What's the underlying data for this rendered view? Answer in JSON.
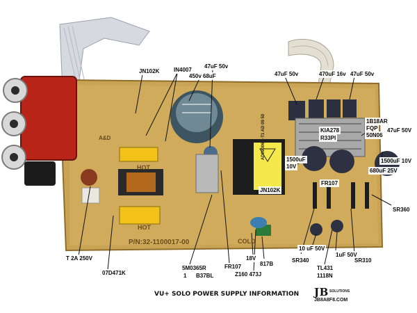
{
  "title": "VU+ SOLO POWER SUPPLY INFORMATION",
  "brand": {
    "logo": "JB",
    "tag": "SOLUTIONS",
    "site": "JB8A8F8.COM"
  },
  "board_print": {
    "part_no": "P/N:32-1100017-00",
    "cold": "COLD",
    "hot1": "HOT",
    "hot2": "HOT",
    "maker": "A&D"
  },
  "transformer_print": "AD09006M-T1 AD 09 50",
  "labels": {
    "jn102k_top": "JN102K",
    "in4007": "IN4007",
    "c450v": "450v 68uF",
    "c47uf_50v_a": "47uF 50v",
    "c47uf_50v_b": "47uF 50v",
    "c470uf_16v": "470uF 16v",
    "c47uf_50v_c": "47uF 50v",
    "kia278": "KIA278",
    "r33pi": "R33PI",
    "r1b18ar": "1B18AR",
    "fqp": "FQP",
    "fqp_50n06": "50N06",
    "c47uf_50v_right": "47uF 50V",
    "c1500uf_10v_a": "1500uF",
    "c1500uf_10v_a2": "10V",
    "fr107_right": "FR107",
    "jn102k_mid": "JN102K",
    "c1500uf_10v_b": "1500uF 10V",
    "c680uf_25v": "680uF 25V",
    "sr360": "SR360",
    "sr340": "SR340",
    "c10uf_50v": "10 uF 50V",
    "c1uf_50v": "1uF 50V",
    "sr310": "SR310",
    "tl431": "TL431",
    "tl431_code": "1118N",
    "fuse": "T 2A 250V",
    "varistor": "07D471K",
    "ic_5m0365r": "5M0365R",
    "ic_code_1": "1",
    "ic_code_b37bl": "B37BL",
    "fr107_left": "FR107",
    "zener18v": "18V",
    "opto_817b": "817B",
    "cap_z160": "Z160 473J"
  }
}
